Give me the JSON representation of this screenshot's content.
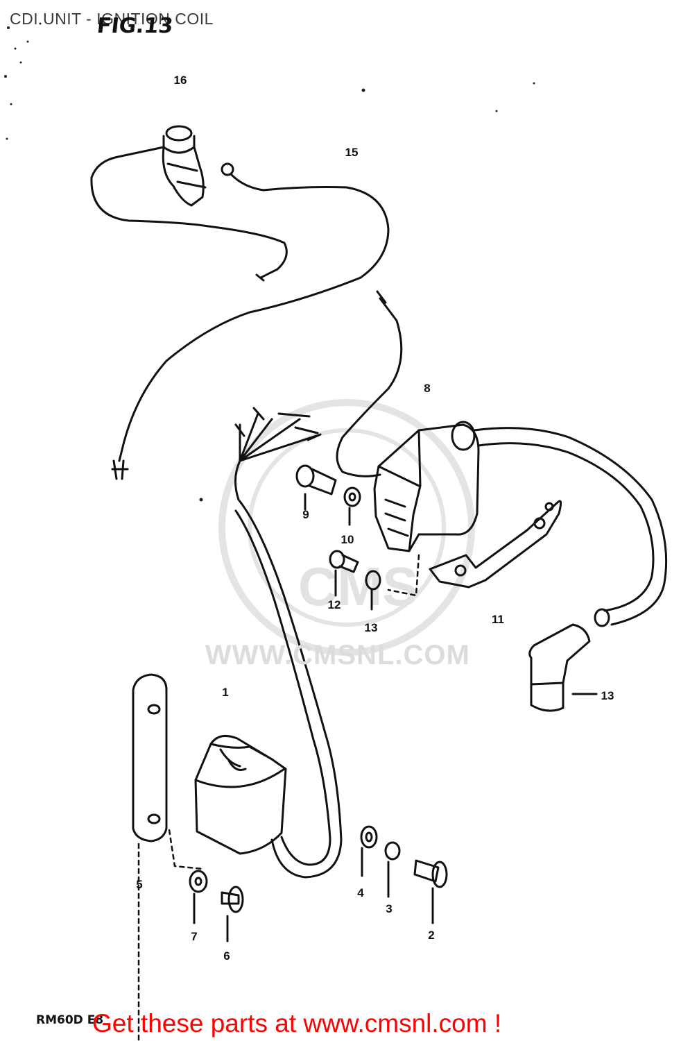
{
  "header": {
    "section_title": "CDI UNIT - IGNITION COIL",
    "figure_label": "FIG.13"
  },
  "watermark": {
    "logo_text": "CMS",
    "url_text": "WWW.CMSNL.COM"
  },
  "parts": [
    {
      "ref": "1",
      "label": "1"
    },
    {
      "ref": "2",
      "label": "2"
    },
    {
      "ref": "3",
      "label": "3"
    },
    {
      "ref": "4",
      "label": "4"
    },
    {
      "ref": "5",
      "label": "5"
    },
    {
      "ref": "6",
      "label": "6"
    },
    {
      "ref": "7",
      "label": "7"
    },
    {
      "ref": "8",
      "label": "8"
    },
    {
      "ref": "9",
      "label": "9"
    },
    {
      "ref": "10",
      "label": "10"
    },
    {
      "ref": "11",
      "label": "11"
    },
    {
      "ref": "12",
      "label": "12"
    },
    {
      "ref": "13a",
      "label": "13"
    },
    {
      "ref": "13b",
      "label": "13"
    },
    {
      "ref": "15",
      "label": "15"
    },
    {
      "ref": "16",
      "label": "16"
    }
  ],
  "footer": {
    "model_code": "RM60D E8",
    "promo": "Get these parts at www.cmsnl.com !"
  },
  "colors": {
    "line": "#111111",
    "promo": "#ff0000",
    "watermark": "#dcdcdc"
  }
}
